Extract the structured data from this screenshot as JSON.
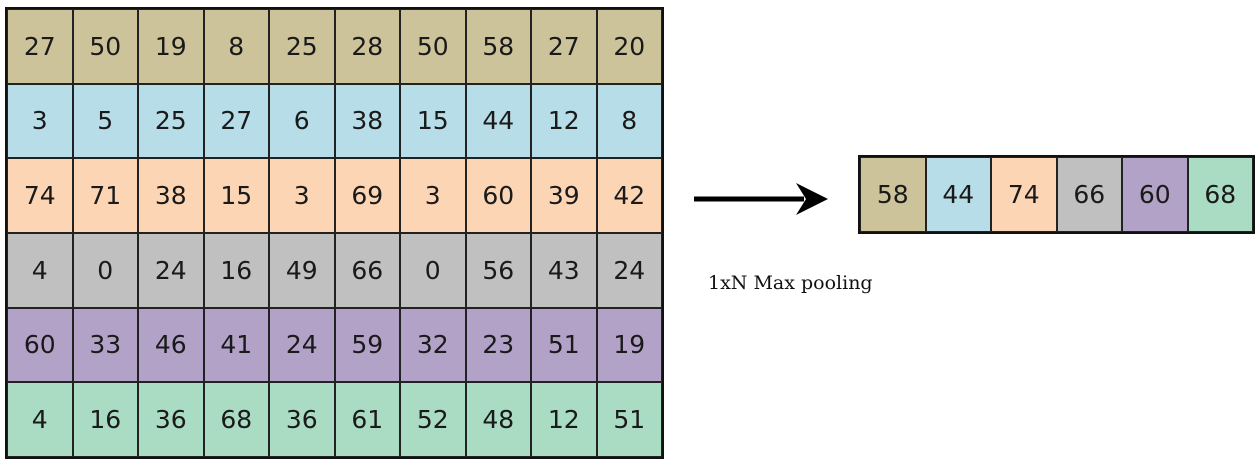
{
  "row_colors": [
    "#cdc39b",
    "#b7dde8",
    "#fcd5b5",
    "#c0c0c0",
    "#b3a2c7",
    "#a9dcc3"
  ],
  "input_grid": [
    [
      27,
      50,
      19,
      8,
      25,
      28,
      50,
      58,
      27,
      20
    ],
    [
      3,
      5,
      25,
      27,
      6,
      38,
      15,
      44,
      12,
      8
    ],
    [
      74,
      71,
      38,
      15,
      3,
      69,
      3,
      60,
      39,
      42
    ],
    [
      4,
      0,
      24,
      16,
      49,
      66,
      0,
      56,
      43,
      24
    ],
    [
      60,
      33,
      46,
      41,
      24,
      59,
      32,
      23,
      51,
      19
    ],
    [
      4,
      16,
      36,
      68,
      36,
      61,
      52,
      48,
      12,
      51
    ]
  ],
  "output_vector": [
    58,
    44,
    74,
    66,
    60,
    68
  ],
  "caption": "1xN Max pooling",
  "arrow_icon": "right-arrow-icon"
}
